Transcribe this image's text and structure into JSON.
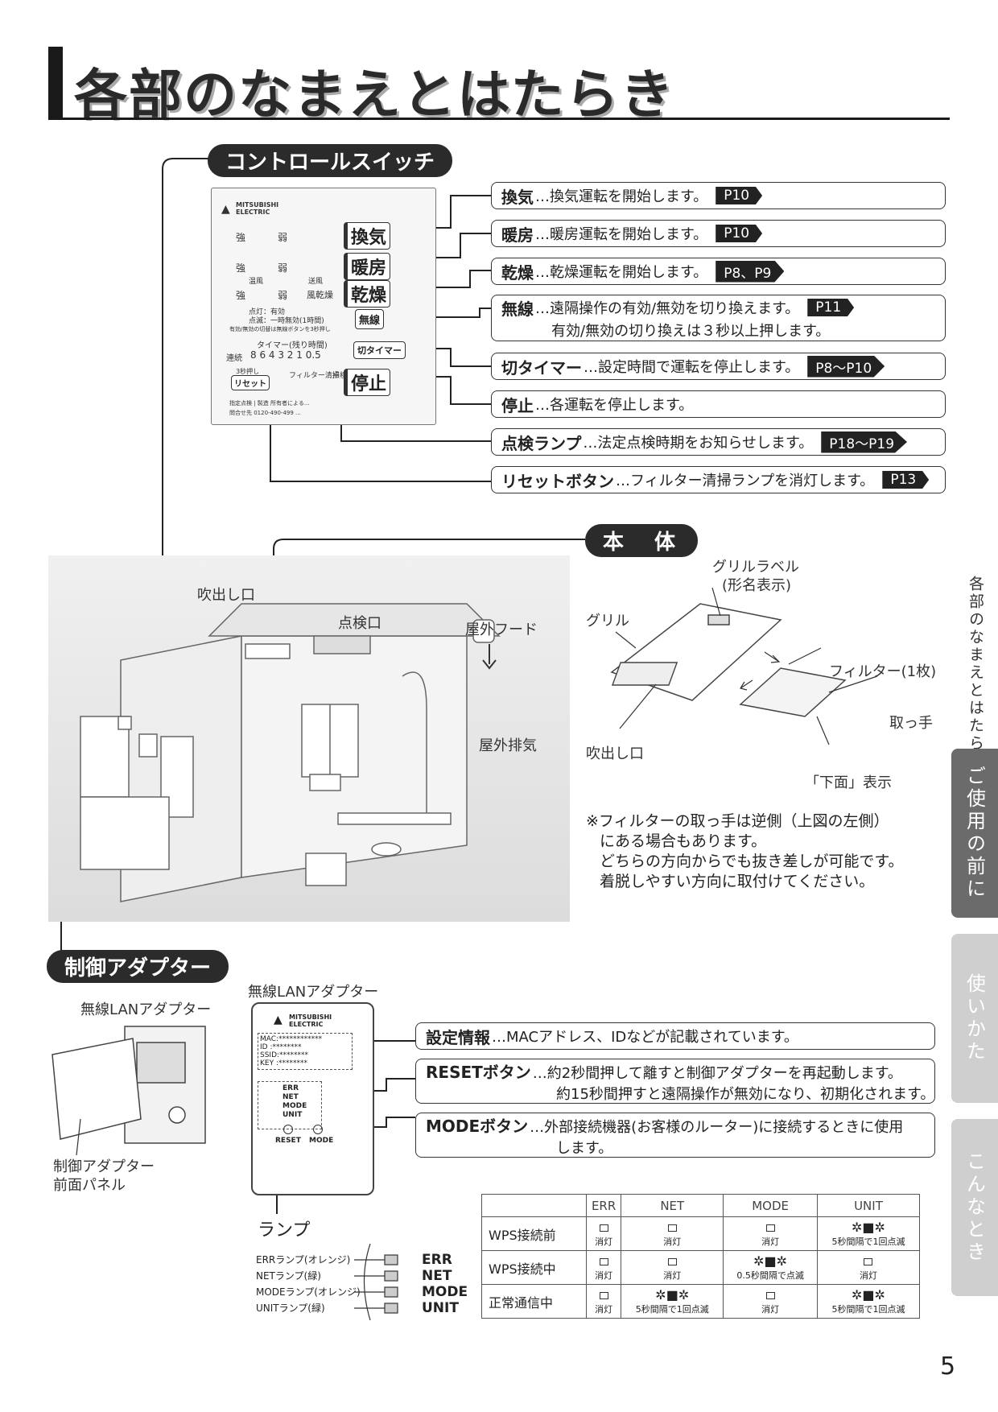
{
  "page": {
    "title": "各部のなまえとはたらき",
    "page_number": "5"
  },
  "sections": {
    "control_switch": "コントロールスイッチ",
    "main_unit": "本　体",
    "control_adapter": "制御アダプター"
  },
  "control_panel": {
    "brand": "MITSUBISHI ELECTRIC",
    "labels": {
      "strong": "強",
      "weak": "弱",
      "warm_air": "温風",
      "air": "送風",
      "air_dry": "風乾燥",
      "light_on": "点灯：有効",
      "light_blink": "点滅：一時無効(1時間)",
      "wireless_note": "有効/無効の切替は無線ボタンを3秒押し",
      "timer_head": "タイマー(残り時間)",
      "continuous": "連続",
      "timer_values": "8 6 4 3 2 1 0.5",
      "hold3": "3秒押し",
      "filter_clean": "フィルター清掃",
      "inspection": "点検",
      "fine_print_1": "指定点検 | 製造 所有者による...",
      "fine_print_2": "問合せ先 0120-490-499 ..."
    },
    "buttons": {
      "ventilation": "換気",
      "heating": "暖房",
      "drying": "乾燥",
      "wireless": "無線",
      "off_timer": "切タイマー",
      "stop": "停止",
      "reset": "リセット"
    }
  },
  "callouts": [
    {
      "name": "換気",
      "desc": "…換気運転を開始します。",
      "page": "P10"
    },
    {
      "name": "暖房",
      "desc": "…暖房運転を開始します。",
      "page": "P10"
    },
    {
      "name": "乾燥",
      "desc": "…乾燥運転を開始します。",
      "page": "P8、P9"
    },
    {
      "name": "無線",
      "desc": "…遠隔操作の有効/無効を切り換えます。",
      "page": "P11",
      "desc2": "有効/無効の切り換えは３秒以上押します。"
    },
    {
      "name": "切タイマー",
      "desc": "…設定時間で運転を停止します。",
      "page": "P8〜P10"
    },
    {
      "name": "停止",
      "desc": "…各運転を停止します。",
      "page": ""
    },
    {
      "name": "点検ランプ",
      "desc": "…法定点検時期をお知らせします。",
      "page": "P18〜P19"
    },
    {
      "name": "リセットボタン",
      "desc": "…フィルター清掃ランプを消灯します。",
      "page": "P13"
    }
  ],
  "room_labels": {
    "outlet": "吹出し口",
    "inspection_port": "点検口",
    "outdoor_hood": "屋外フード",
    "outdoor_exhaust": "屋外排気"
  },
  "grille_labels": {
    "grille_label": "グリルラベル",
    "model_display": "(形名表示)",
    "grille": "グリル",
    "filter": "フィルター(1枚)",
    "handle": "取っ手",
    "outlet": "吹出し口",
    "bottom_side": "「下面」表示"
  },
  "filter_note": [
    "※フィルターの取っ手は逆側（上図の左側）",
    "にある場合もあります。",
    "どちらの方向からでも抜き差しが可能です。",
    "着脱しやすい方向に取付けてください。"
  ],
  "adapter": {
    "wlan_adapter_label": "無線LANアダプター",
    "wlan_adapter_label2": "無線LANアダプター",
    "front_panel": [
      "制御アダプター",
      "前面パネル"
    ],
    "brand": "MITSUBISHI ELECTRIC",
    "info_rows": [
      "MAC:************",
      "ID   :********",
      "SSID:********",
      "KEY :********"
    ],
    "lamp_names": [
      "ERR",
      "NET",
      "MODE",
      "UNIT"
    ],
    "reset": "RESET",
    "mode": "MODE",
    "lamp": "ランプ",
    "lamp_legend": [
      "ERRランプ(オレンジ)",
      "NETランプ(緑)",
      "MODEランプ(オレンジ)",
      "UNITランプ(緑)"
    ],
    "callouts": [
      {
        "name": "設定情報",
        "desc": "…MACアドレス、IDなどが記載されています。"
      },
      {
        "name": "RESETボタン",
        "desc": "…約2秒間押して離すと制御アダプターを再起動します。",
        "desc2": "約15秒間押すと遠隔操作が無効になり、初期化されます。"
      },
      {
        "name": "MODEボタン",
        "desc": "…外部接続機器(お客様のルーター)に接続するときに使用",
        "desc2": "します。"
      }
    ]
  },
  "lamp_table": {
    "headers": [
      "",
      "ERR",
      "NET",
      "MODE",
      "UNIT"
    ],
    "rows": [
      {
        "label": "WPS接続前",
        "cells": [
          "消灯",
          "消灯",
          "消灯",
          "5秒間隔で1回点滅"
        ],
        "blink": [
          false,
          false,
          false,
          true
        ]
      },
      {
        "label": "WPS接続中",
        "cells": [
          "消灯",
          "消灯",
          "0.5秒間隔で点滅",
          "消灯"
        ],
        "blink": [
          false,
          false,
          true,
          false
        ]
      },
      {
        "label": "正常通信中",
        "cells": [
          "消灯",
          "5秒間隔で1回点滅",
          "消灯",
          "5秒間隔で1回点滅"
        ],
        "blink": [
          false,
          true,
          false,
          true
        ]
      }
    ]
  },
  "side_tabs": {
    "current": "各部のなまえとはたらき",
    "before_use": "ご使用の前に",
    "how_to_use": "使いかた",
    "troubleshoot": "こんなとき"
  },
  "colors": {
    "dark": "#2b2b2b",
    "tab_active": "#6b6b6b",
    "tab_inactive": "#cfcfcf"
  }
}
